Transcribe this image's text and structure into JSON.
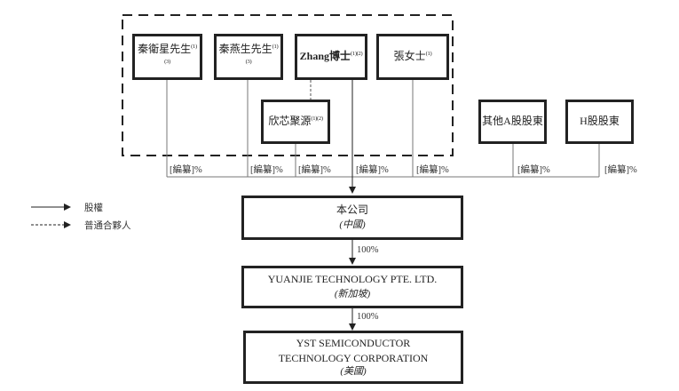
{
  "shareholders": [
    {
      "id": "qin-weixing",
      "name": "秦衛星先生",
      "note": "(1)(3)",
      "pct": "[編纂]%"
    },
    {
      "id": "qin-yansheng",
      "name": "秦燕生先生",
      "note": "(1)(3)",
      "pct": "[編纂]%"
    },
    {
      "id": "xinxin-juyuan",
      "name": "欣芯聚源",
      "note": "(1)(2)",
      "pct": "[編纂]%"
    },
    {
      "id": "dr-zhang",
      "name": "Zhang博士",
      "note": "(1)(2)",
      "pct": "[編纂]%"
    },
    {
      "id": "ms-zhang",
      "name": "張女士",
      "note": "(1)",
      "pct": "[編纂]%"
    },
    {
      "id": "other-a",
      "name": "其他A股股東",
      "note": "",
      "pct": "[編纂]%"
    },
    {
      "id": "h-share",
      "name": "H股股東",
      "note": "",
      "pct": "[編纂]%"
    }
  ],
  "entities": [
    {
      "id": "company",
      "name": "本公司",
      "sub": "(中國)"
    },
    {
      "id": "yuanjie",
      "name": "YUANJIE TECHNOLOGY PTE. LTD.",
      "sub": "(新加坡)",
      "pct_above": "100%"
    },
    {
      "id": "yst",
      "name_line1": "YST SEMICONDUCTOR",
      "name_line2": "TECHNOLOGY CORPORATION",
      "sub": "(美國)",
      "pct_above": "100%"
    }
  ],
  "legend": {
    "equity": "股權",
    "general_partner": "普通合夥人"
  },
  "colors": {
    "line": "#222222",
    "thin_line": "#777777"
  }
}
